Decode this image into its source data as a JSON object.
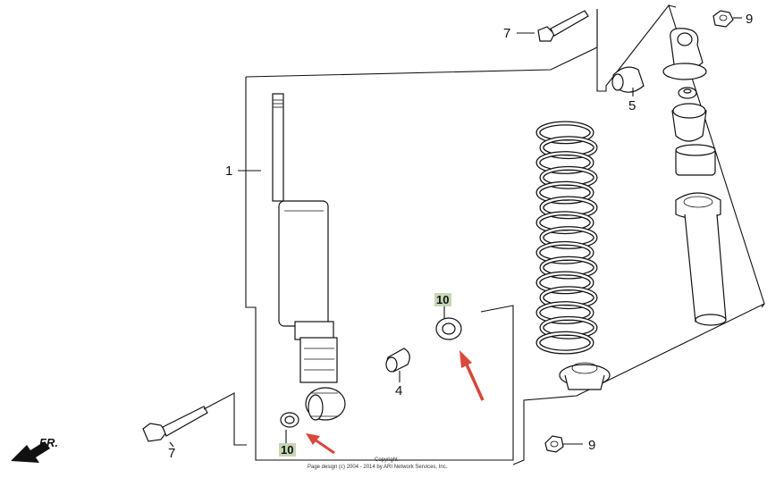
{
  "callouts": [
    {
      "id": "c1",
      "text": "1"
    },
    {
      "id": "c4",
      "text": "4"
    },
    {
      "id": "c5",
      "text": "5"
    },
    {
      "id": "c7a",
      "text": "7"
    },
    {
      "id": "c7b",
      "text": "7"
    },
    {
      "id": "c9a",
      "text": "9"
    },
    {
      "id": "c9b",
      "text": "9"
    },
    {
      "id": "c10a",
      "text": "10"
    },
    {
      "id": "c10b",
      "text": "10"
    }
  ],
  "direction_label": "FR.",
  "copyright_line1": "Copyright",
  "copyright_line2": "Page design (c) 2004 - 2014 by ARI Network Services, Inc.",
  "colors": {
    "highlight_bg": "#c8d6b4",
    "arrow": "#d9483b",
    "line": "#111111"
  }
}
